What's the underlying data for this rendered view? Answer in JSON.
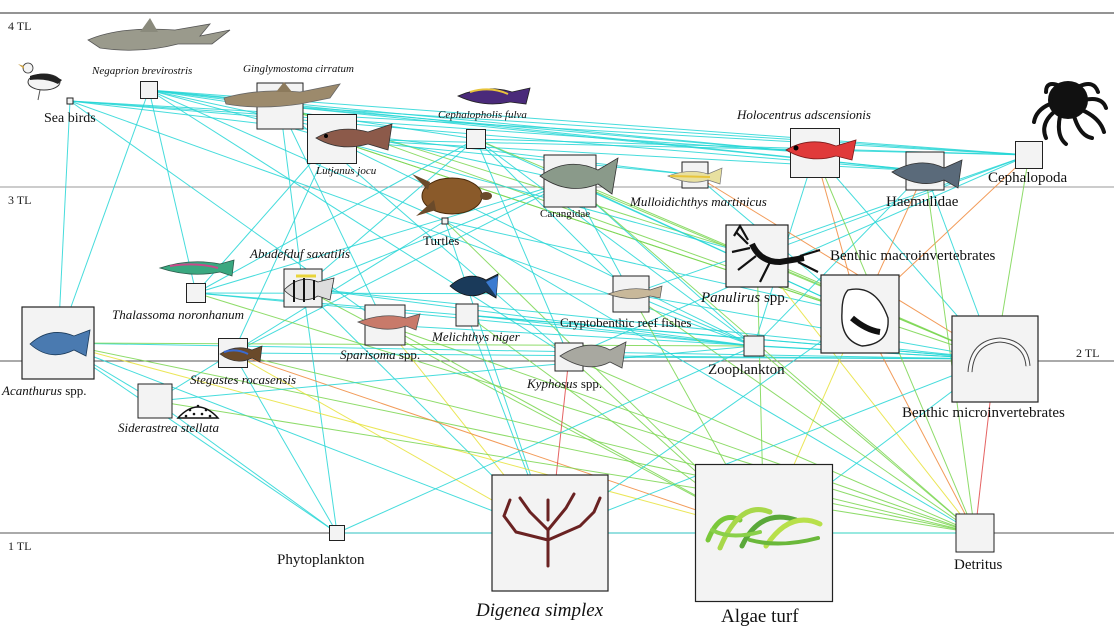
{
  "trophic_levels": {
    "tl4": "4 TL",
    "tl3": "3 TL",
    "tl2": "2 TL",
    "tl1": "1 TL"
  },
  "colors": {
    "link_primary": "#26d6d6",
    "link_green": "#7ad650",
    "link_yellow": "#e8e23a",
    "link_orange": "#f08a3c",
    "link_red": "#e04848",
    "node_box": "#222222",
    "node_fill": "#f3f3f3"
  },
  "nodes": [
    {
      "id": "sea-birds",
      "label": "Sea birds",
      "italic": false,
      "icon": "seabird-icon"
    },
    {
      "id": "negaprion",
      "label": "Negaprion brevirostris",
      "italic": true,
      "icon": "lemon-shark-icon"
    },
    {
      "id": "ginglymostoma",
      "label": "Ginglymostoma cirratum",
      "italic": true,
      "icon": "nurse-shark-icon"
    },
    {
      "id": "lutjanus",
      "label": "Lutjanus jocu",
      "italic": true,
      "icon": "snapper-icon"
    },
    {
      "id": "cephalopholis",
      "label": "Cephalopholis fulva",
      "italic": true,
      "icon": "grouper-icon"
    },
    {
      "id": "holocentrus",
      "label": "Holocentrus adscensionis",
      "italic": true,
      "icon": "squirrelfish-icon"
    },
    {
      "id": "cephalopoda",
      "label": "Cephalopoda",
      "italic": false,
      "icon": "octopus-icon"
    },
    {
      "id": "turtles",
      "label": "Turtles",
      "italic": false,
      "icon": "turtle-icon"
    },
    {
      "id": "carangidae",
      "label": "Carangidae",
      "italic": false,
      "icon": "jack-icon"
    },
    {
      "id": "mulloidichthys",
      "label": "Mulloidichthys martinicus",
      "italic": true,
      "icon": "goatfish-icon"
    },
    {
      "id": "haemulidae",
      "label": "Haemulidae",
      "italic": false,
      "icon": "grunt-icon"
    },
    {
      "id": "panulirus",
      "label": "Panulirus",
      "label_suffix": " spp.",
      "italic": true,
      "icon": "lobster-icon"
    },
    {
      "id": "benthic-macro",
      "label": "Benthic macroinvertebrates",
      "italic": false,
      "icon": "shell-icon"
    },
    {
      "id": "abudefduf",
      "label": "Abudefduf saxatilis",
      "italic": true,
      "icon": "sergeant-major-icon"
    },
    {
      "id": "thalassoma",
      "label": "Thalassoma noronhanum",
      "italic": true,
      "icon": "wrasse-icon"
    },
    {
      "id": "melichthys",
      "label": "Melichthys niger",
      "italic": true,
      "icon": "triggerfish-icon"
    },
    {
      "id": "cryptobenthic",
      "label": "Cryptobenthic reef fishes",
      "italic": false,
      "icon": "blenny-icon"
    },
    {
      "id": "sparisoma",
      "label": "Sparisoma",
      "label_suffix": " spp.",
      "italic": true,
      "icon": "parrotfish-icon"
    },
    {
      "id": "acanthurus",
      "label": "Acanthurus",
      "label_suffix": " spp.",
      "italic": true,
      "icon": "surgeonfish-icon"
    },
    {
      "id": "stegastes",
      "label": "Stegastes rocasensis",
      "italic": true,
      "icon": "damselfish-icon"
    },
    {
      "id": "kyphosus",
      "label": "Kyphosus",
      "label_suffix": " spp.",
      "italic": true,
      "icon": "chub-icon"
    },
    {
      "id": "zooplankton",
      "label": "Zooplankton",
      "italic": false,
      "icon": ""
    },
    {
      "id": "benthic-micro",
      "label": "Benthic microinvertebrates",
      "italic": false,
      "icon": "worm-icon"
    },
    {
      "id": "siderastrea",
      "label": "Siderastrea stellata",
      "italic": true,
      "icon": "coral-icon"
    },
    {
      "id": "phytoplankton",
      "label": "Phytoplankton",
      "italic": false,
      "icon": ""
    },
    {
      "id": "digenea",
      "label": "Digenea simplex",
      "italic": true,
      "icon": "red-algae-icon"
    },
    {
      "id": "algae-turf",
      "label": "Algae turf",
      "italic": false,
      "icon": "algae-turf-icon"
    },
    {
      "id": "detritus",
      "label": "Detritus",
      "italic": false,
      "icon": ""
    }
  ]
}
